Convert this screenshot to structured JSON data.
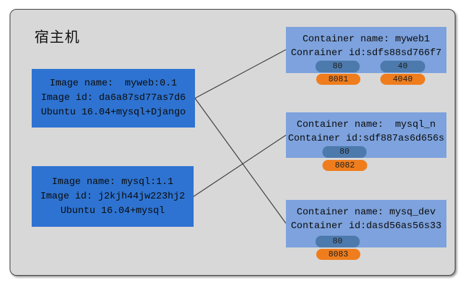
{
  "title": "宿主机",
  "colors": {
    "panel_fill": "#d8d8d8",
    "panel_border": "#404040",
    "image_box_fill": "#2e73d1",
    "container_box_fill": "#7da2dd",
    "container_port_tag_fill": "#4d7aad",
    "host_port_tag_fill": "#ef7d1d",
    "connector_stroke": "#3c3c3c",
    "text": "#0b0b0b"
  },
  "images": [
    {
      "lines": [
        "Image name:  myweb:0.1",
        "Image id: da6a87sd77as7d6",
        "Ubuntu 16.04+mysql+Django"
      ]
    },
    {
      "lines": [
        "Image name: mysql:1.1",
        "Image id: j2kjh44jw223hj2",
        "Ubuntu 16.04+mysql"
      ]
    }
  ],
  "containers": [
    {
      "name_line": "Container name: myweb1",
      "id_line": "Conrainer id:sdfs88sd766f7",
      "container_ports": [
        "80",
        "40"
      ],
      "host_ports": [
        "8081",
        "4040"
      ]
    },
    {
      "name_line": "Container name:  mysql_n",
      "id_line": "Container id:sdf887as6d656s",
      "container_ports": [
        "80"
      ],
      "host_ports": [
        "8082"
      ]
    },
    {
      "name_line": "Container name: mysq_dev",
      "id_line": "Container id:dasd56as56s33",
      "container_ports": [
        "80"
      ],
      "host_ports": [
        "8083"
      ]
    }
  ],
  "connections": [
    {
      "from": "myweb:0.1",
      "to": "myweb1"
    },
    {
      "from": "myweb:0.1",
      "to": "mysq_dev"
    },
    {
      "from": "mysql:1.1",
      "to": "mysql_n"
    }
  ]
}
